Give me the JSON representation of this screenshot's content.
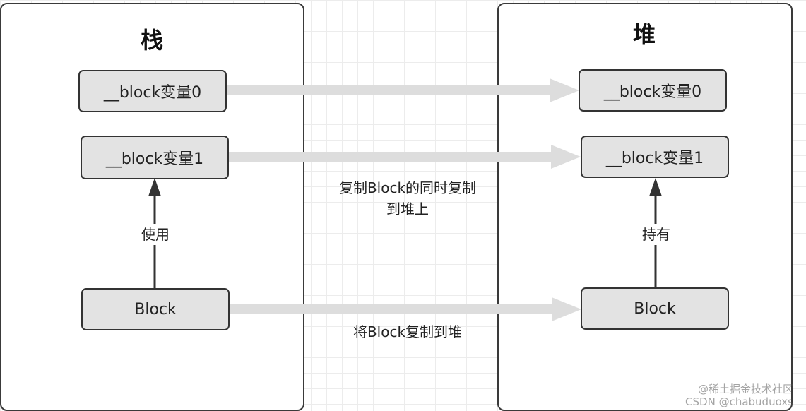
{
  "left_panel": {
    "title": "栈"
  },
  "right_panel": {
    "title": "堆"
  },
  "stack_boxes": {
    "var0": "__block变量0",
    "var1": "__block变量1",
    "block": "Block"
  },
  "heap_boxes": {
    "var0": "__block变量0",
    "var1": "__block变量1",
    "block": "Block"
  },
  "labels": {
    "use": "使用",
    "hold": "持有",
    "copy_both": "复制Block的同时复制到堆上",
    "copy_block": "将Block复制到堆"
  },
  "watermark": {
    "line1": "@稀土掘金技术社区",
    "line2": "CSDN @chabuduoxs"
  },
  "colors": {
    "box_fill": "#e3e3e3",
    "box_border": "#333333",
    "transfer_arrow": "#dddddd",
    "reference_arrow": "#333333"
  }
}
